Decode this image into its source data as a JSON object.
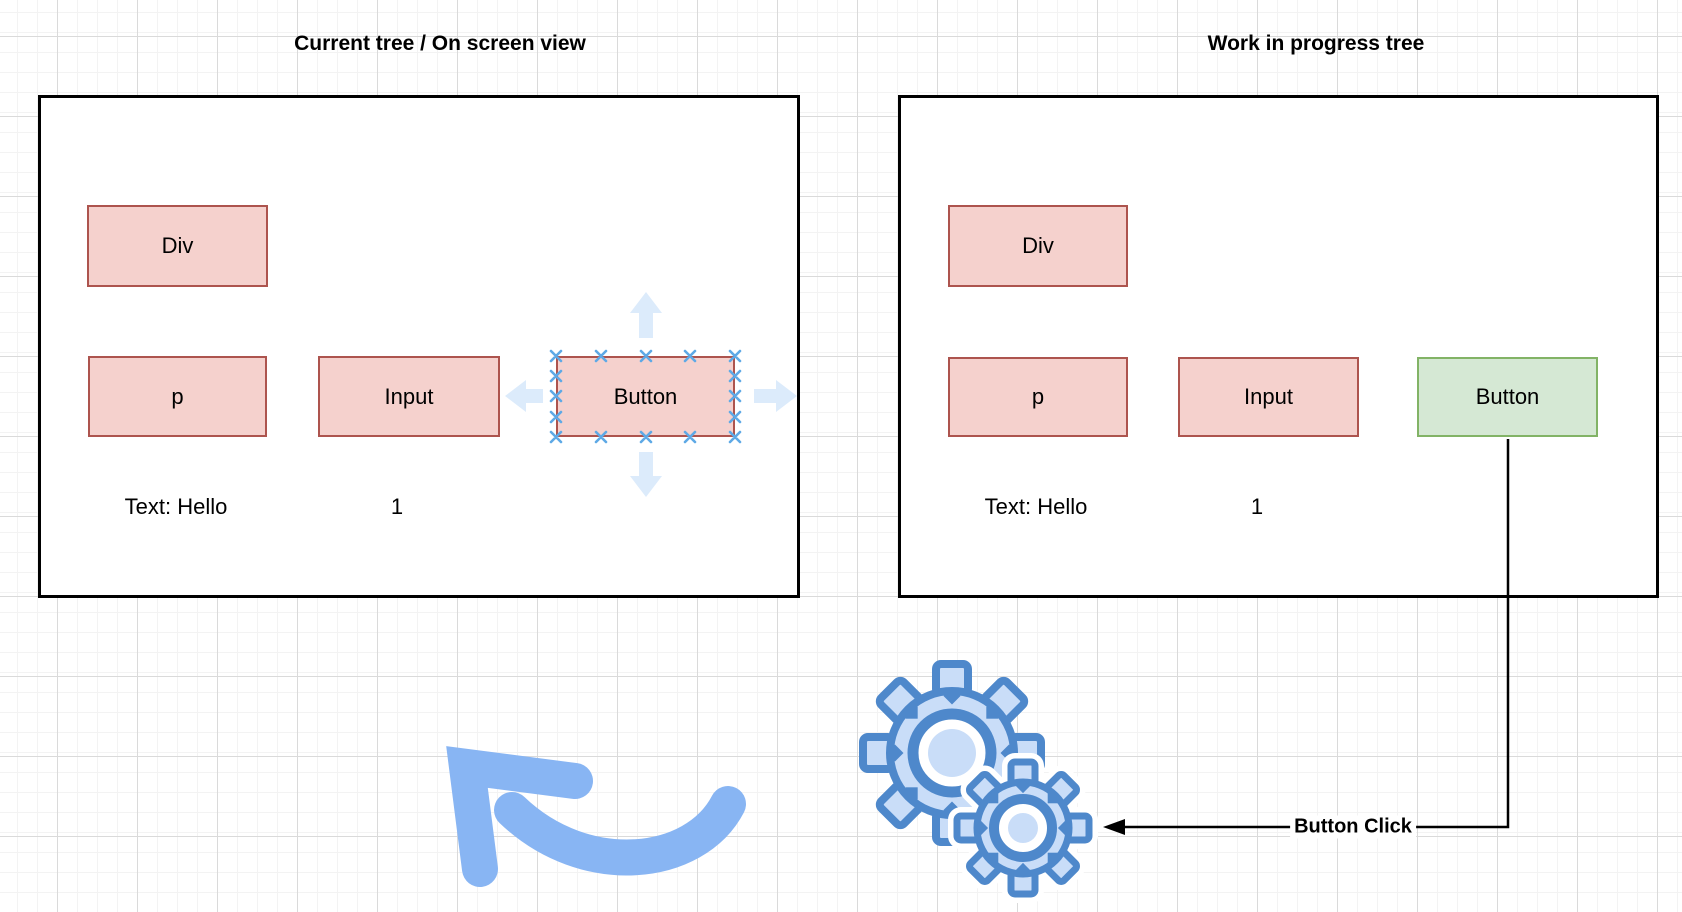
{
  "left_panel": {
    "title": "Current tree / On screen view",
    "nodes": [
      {
        "label": "Div"
      },
      {
        "label": "p"
      },
      {
        "label": "Input"
      },
      {
        "label": "Button"
      }
    ],
    "annotations": [
      {
        "text": "Text: Hello"
      },
      {
        "text": "1"
      }
    ]
  },
  "right_panel": {
    "title": "Work in progress tree",
    "nodes": [
      {
        "label": "Div"
      },
      {
        "label": "p"
      },
      {
        "label": "Input"
      },
      {
        "label": "Button"
      }
    ],
    "annotations": [
      {
        "text": "Text: Hello"
      },
      {
        "text": "1"
      }
    ]
  },
  "edge": {
    "label": "Button Click"
  },
  "icons": {
    "gears": "gears-icon",
    "sketch_arrow": "curved-undo-arrow-icon",
    "selection_arrows": "directional-clone-arrow-icons",
    "connection_points": "connection-point-x-icons"
  },
  "colors": {
    "node_red_fill": "#f5d1cd",
    "node_red_border": "#ad544e",
    "node_green_fill": "#d5e8d4",
    "node_green_border": "#82b366",
    "container_border": "#000000",
    "connection_point_blue": "#5ea9e6",
    "direction_arrow_blue": "#dcebfb",
    "sketch_arrow_blue": "#88b5f3",
    "gear_fill": "#c9ddf8",
    "gear_stroke": "#4e88cb",
    "connector_black": "#000000"
  }
}
